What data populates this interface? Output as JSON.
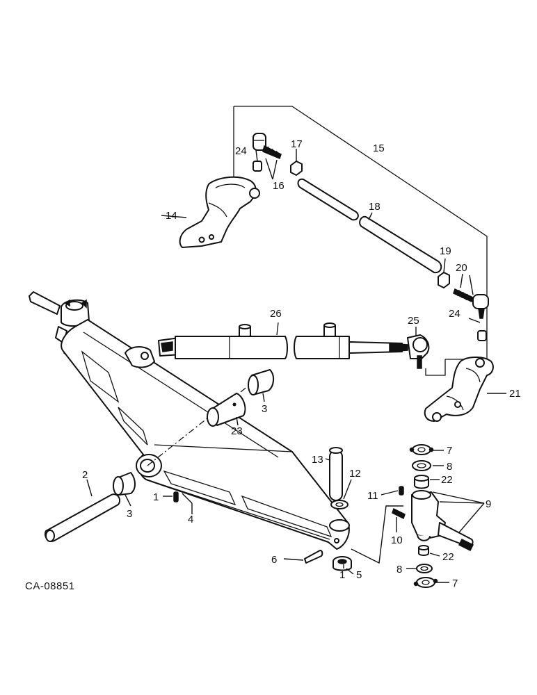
{
  "drawing": {
    "reference_code": "CA-08851",
    "callouts": {
      "c1a": "1",
      "c1b": "1",
      "c2": "2",
      "c3a": "3",
      "c3b": "3",
      "c4": "4",
      "c5": "5",
      "c6": "6",
      "c7a": "7",
      "c7b": "7",
      "c8a": "8",
      "c8b": "8",
      "c9": "9",
      "c10": "10",
      "c11": "11",
      "c12": "12",
      "c13": "13",
      "c14": "14",
      "c15": "15",
      "c16": "16",
      "c17": "17",
      "c18": "18",
      "c19": "19",
      "c20": "20",
      "c21": "21",
      "c22a": "22",
      "c22b": "22",
      "c23": "23",
      "c24a": "24",
      "c24b": "24",
      "c25": "25",
      "c26": "26"
    }
  }
}
